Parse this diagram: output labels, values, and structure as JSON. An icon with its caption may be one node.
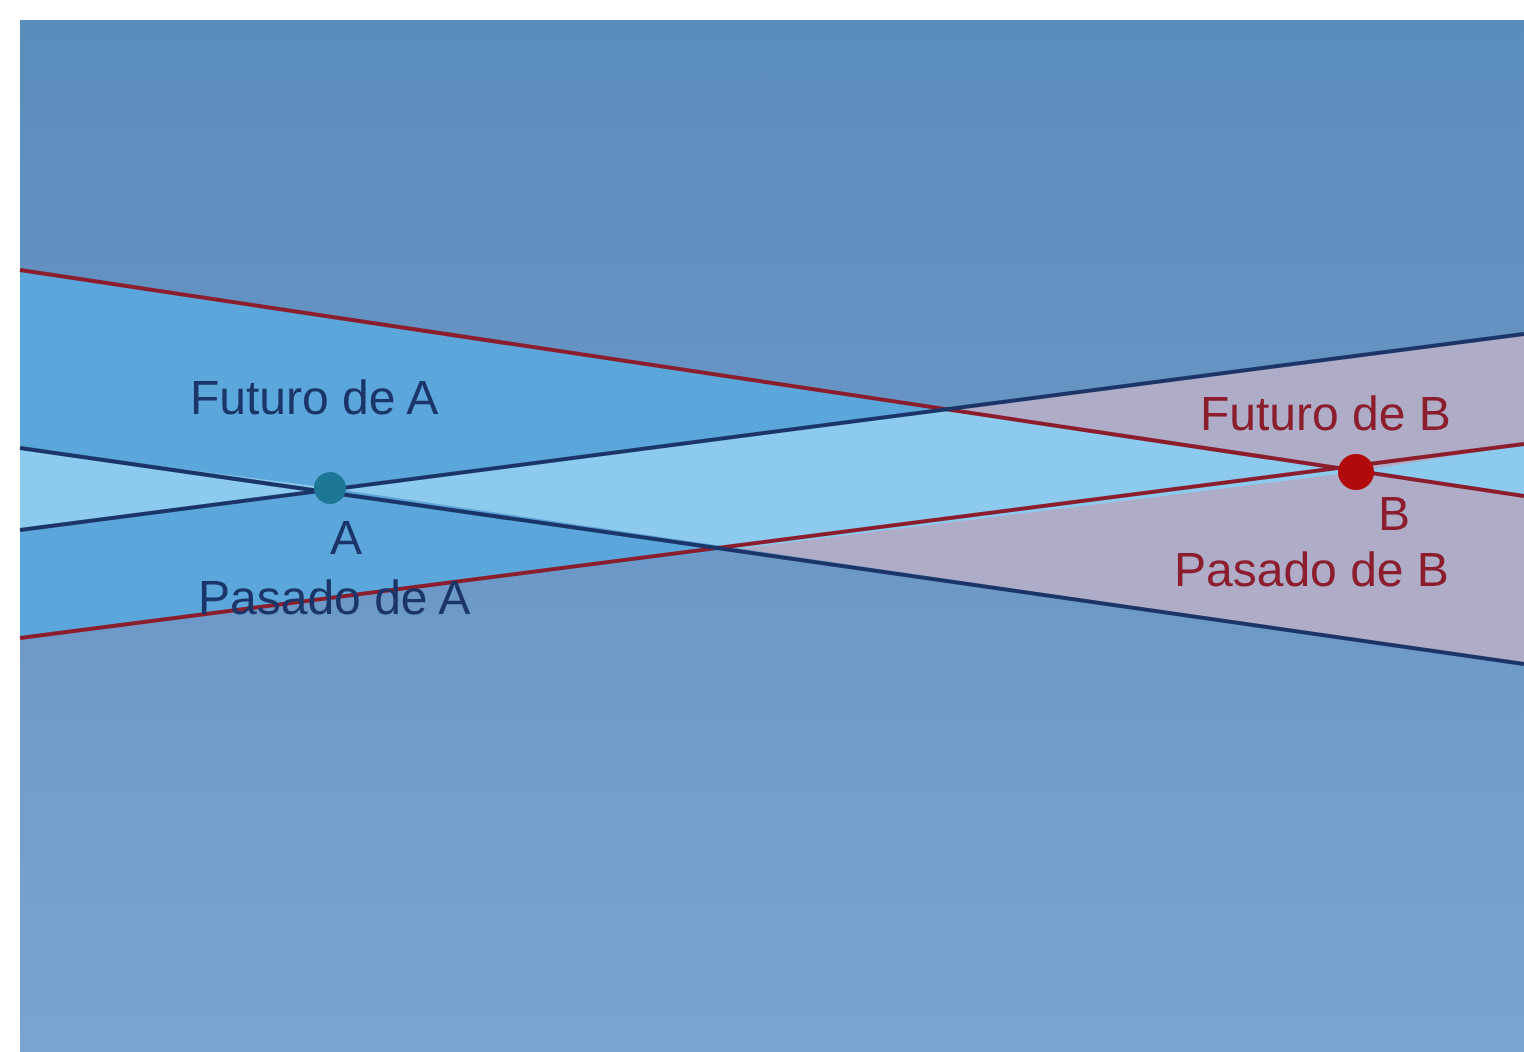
{
  "diagram": {
    "labels": [
      "Futuro de A",
      "A",
      "Pasado de A",
      "Futuro de B",
      "B",
      "Pasado de B"
    ]
  }
}
